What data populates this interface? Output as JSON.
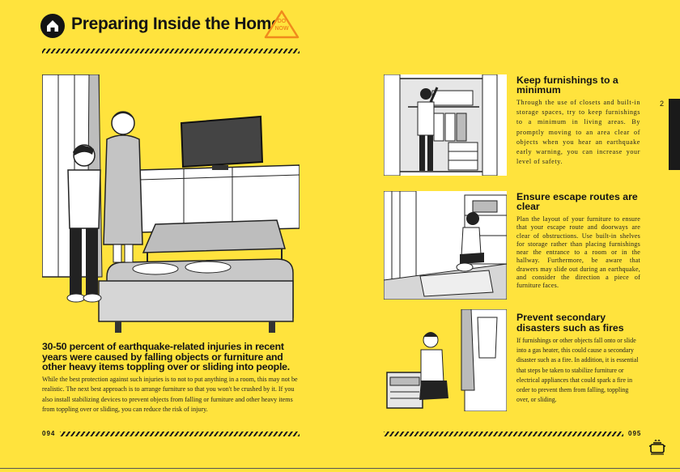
{
  "header": {
    "title": "Preparing Inside the Home",
    "badge_line1": "DO",
    "badge_line2": "NOW",
    "home_icon": "home-icon"
  },
  "left": {
    "headline": "30-50 percent of earthquake-related injuries in recent years were caused by falling objects or furniture and other heavy items toppling over or sliding into people.",
    "body": "While the best protection against such injuries is to not to put anything in a room, this may not be realistic. The next best approach is to arrange furniture so that you won't be crushed by it. If you also install stabilizing devices to prevent objects from falling or furniture and other heavy items from toppling over or sliding, you can reduce the risk of injury.",
    "page_number": "094"
  },
  "right": {
    "sections": [
      {
        "title": "Keep furnishings to a minimum",
        "body": "Through the use of closets and built-in storage spaces, try to keep furnishings to a minimum in living areas. By promptly moving to an area clear of objects when you hear an earthquake early warning, you can increase your level of safety."
      },
      {
        "title": "Ensure escape routes are clear",
        "body": "Plan the layout of your furniture to ensure that your escape route and doorways are clear of obstructions. Use built-in shelves for storage rather than placing furnishings near the entrance to a room or in the hallway. Furthermore, be aware that drawers may slide out during an earthquake, and consider the direction a piece of furniture faces."
      },
      {
        "title": "Prevent secondary disasters such as fires",
        "body": "If furnishings or other objects fall onto or slide into a gas heater, this could cause a secondary disaster such as a fire. In addition, it is essential that steps be taken to stabilize furniture or electrical appliances that could spark a fire in order to prevent them from falling, toppling over, or sliding."
      }
    ],
    "page_number": "095",
    "side_tab_number": "2",
    "corner_icon": "cooking-pot-icon"
  },
  "colors": {
    "background": "#ffe33d",
    "ink": "#141414",
    "badge": "#f08a1c"
  }
}
